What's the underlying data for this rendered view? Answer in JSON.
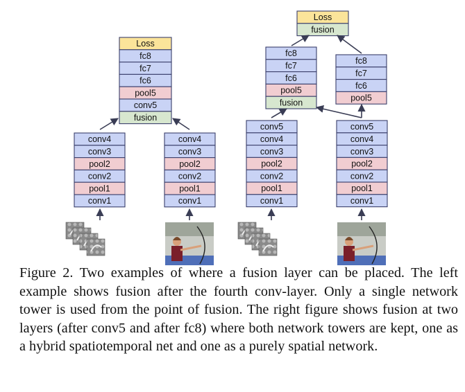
{
  "colors": {
    "conv": "#c9d3f5",
    "pool": "#f1cdd1",
    "fusion": "#d7e7cf",
    "loss": "#fbe49a",
    "border": "#3b3f6b",
    "arrow": "#3a3d55"
  },
  "left_example": {
    "top_stack": [
      "Loss",
      "fc8",
      "fc7",
      "fc6",
      "pool5",
      "conv5",
      "fusion"
    ],
    "tower_a": [
      "conv4",
      "conv3",
      "pool2",
      "conv2",
      "pool1",
      "conv1"
    ],
    "tower_b": [
      "conv4",
      "conv3",
      "pool2",
      "conv2",
      "pool1",
      "conv1"
    ],
    "input_a": "optical-flow-frames",
    "input_b": "archery-frame"
  },
  "right_example": {
    "top_stack": [
      "Loss",
      "fusion"
    ],
    "mid_stack_a": [
      "fc8",
      "fc7",
      "fc6",
      "pool5",
      "fusion"
    ],
    "mid_stack_b": [
      "fc8",
      "fc7",
      "fc6",
      "pool5"
    ],
    "tower_a": [
      "conv5",
      "conv4",
      "conv3",
      "pool2",
      "conv2",
      "pool1",
      "conv1"
    ],
    "tower_b": [
      "conv5",
      "conv4",
      "conv3",
      "pool2",
      "conv2",
      "pool1",
      "conv1"
    ],
    "input_a": "optical-flow-frames",
    "input_b": "archery-frame"
  },
  "caption": {
    "label": "Figure 2.",
    "text": "Two examples of where a fusion layer can be placed. The left example shows fusion after the fourth conv-layer. Only a single network tower is used from the point of fusion. The right figure shows fusion at two layers (after conv5 and after fc8) where both network towers are kept, one as a hybrid spatiotemporal net and one as a purely spatial network."
  }
}
